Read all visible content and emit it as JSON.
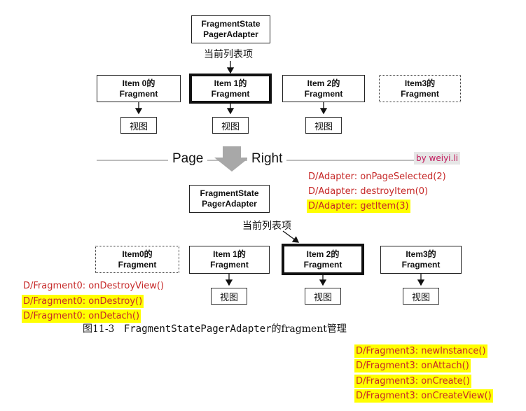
{
  "top": {
    "adapter": {
      "line1": "FragmentState",
      "line2": "PagerAdapter"
    },
    "current_label": "当前列表项",
    "items": [
      {
        "line1": "Item 0的",
        "line2": "Fragment",
        "view": "视图"
      },
      {
        "line1": "Item 1的",
        "line2": "Fragment",
        "view": "视图"
      },
      {
        "line1": "Item 2的",
        "line2": "Fragment",
        "view": "视图"
      },
      {
        "line1": "Item3的",
        "line2": "Fragment"
      }
    ]
  },
  "transition": {
    "left": "Page",
    "right": "Right"
  },
  "credit": "by weiyi.li",
  "adapter_logs": [
    {
      "text": "D/Adapter: onPageSelected(2)",
      "highlight": false
    },
    {
      "text": "D/Adapter: destroyItem(0)",
      "highlight": false
    },
    {
      "text": "D/Adapter: getItem(3)",
      "highlight": true
    }
  ],
  "bottom": {
    "adapter": {
      "line1": "FragmentState",
      "line2": "PagerAdapter"
    },
    "current_label": "当前列表项",
    "items": [
      {
        "line1": "Item0的",
        "line2": "Fragment"
      },
      {
        "line1": "Item 1的",
        "line2": "Fragment",
        "view": "视图"
      },
      {
        "line1": "Item 2的",
        "line2": "Fragment",
        "view": "视图"
      },
      {
        "line1": "Item3的",
        "line2": "Fragment",
        "view": "视图"
      }
    ]
  },
  "fragment0_logs": [
    {
      "text": "D/Fragment0: onDestroyView()",
      "highlight": false
    },
    {
      "text": "D/Fragment0: onDestroy()",
      "highlight": true
    },
    {
      "text": "D/Fragment0: onDetach()",
      "highlight": true
    }
  ],
  "caption": {
    "figure": "图11-3",
    "class_name": "FragmentStatePagerAdapter",
    "suffix": "的fragment管理"
  },
  "fragment3_logs": [
    {
      "text": "D/Fragment3: newInstance()",
      "highlight": true
    },
    {
      "text": "D/Fragment3: onAttach()",
      "highlight": true
    },
    {
      "text": "D/Fragment3: onCreate()",
      "highlight": true
    },
    {
      "text": "D/Fragment3: onCreateView()",
      "highlight": true
    }
  ],
  "colors": {
    "log_text": "#c62828",
    "highlight": "#ffff00",
    "credit_text": "#c2185b",
    "credit_bg": "#e6e6e6",
    "arrow_fill": "#a8a8a8"
  }
}
